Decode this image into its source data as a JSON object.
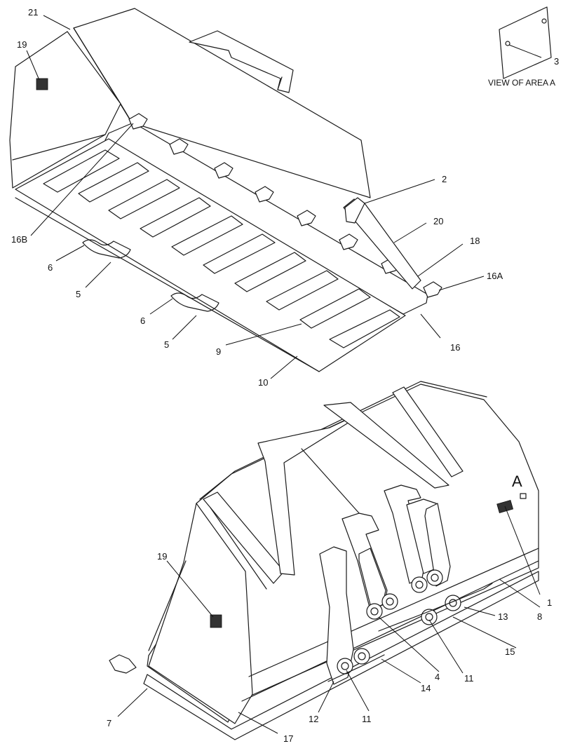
{
  "callouts": {
    "c21": "21",
    "c19_top": "19",
    "c2": "2",
    "c20": "20",
    "c18": "18",
    "c16A": "16A",
    "c16B": "16B",
    "c6_a": "6",
    "c5_a": "5",
    "c6_b": "6",
    "c5_b": "5",
    "c9": "9",
    "c16": "16",
    "c10": "10",
    "c3": "3",
    "c19_bot": "19",
    "c1": "1",
    "c13": "13",
    "c8": "8",
    "c15": "15",
    "c14": "14",
    "c4": "4",
    "c11_a": "11",
    "c11_b": "11",
    "c12": "12",
    "c7": "7",
    "c17": "17"
  },
  "view_caption": "VIEW OF AREA A",
  "area_marker": "A",
  "line_color": "#1a1a1a"
}
